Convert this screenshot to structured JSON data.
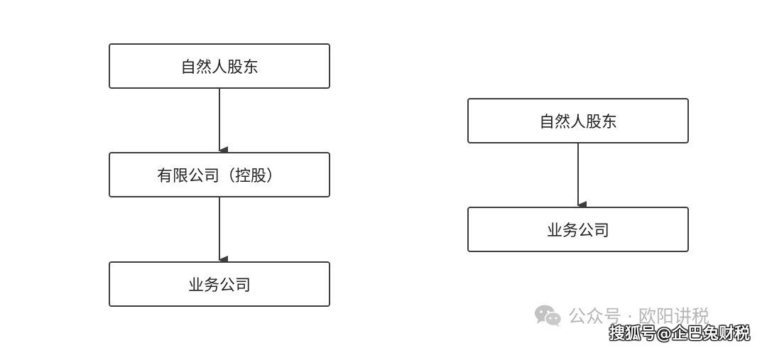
{
  "diagram": {
    "left_flow": {
      "top": "自然人股东",
      "middle": "有限公司（控股）",
      "bottom": "业务公司"
    },
    "right_flow": {
      "top": "自然人股东",
      "bottom": "业务公司"
    }
  },
  "watermarks": {
    "wechat_account": "公众号 · 欧阳讲税",
    "sohu_account": "搜狐号@企巴兔财税",
    "wechat_icon": "wechat-icon"
  },
  "colors": {
    "stroke": "#3d3d3d",
    "watermark": "#b5b5b5"
  }
}
